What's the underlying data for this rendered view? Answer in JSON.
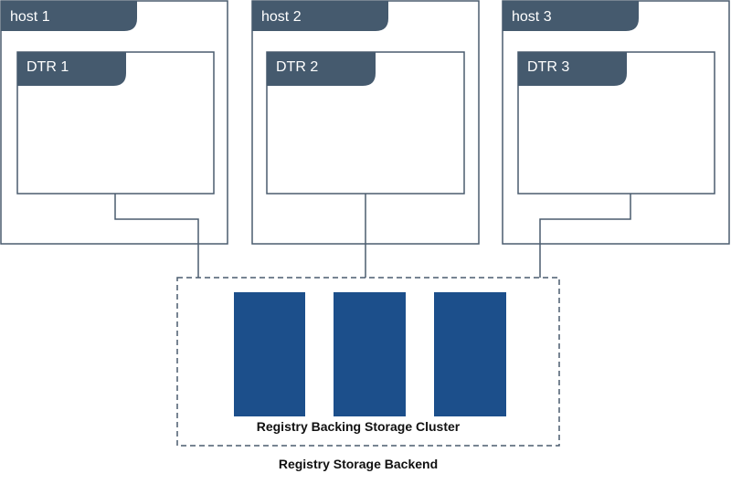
{
  "colors": {
    "outline": "#4a5c6e",
    "tab": "#455a6e",
    "tab_text": "#ffffff",
    "connector": "#4a5c6e",
    "storage_border": "#4a5c6e",
    "storage_block": "#1c4f8b",
    "caption": "#111111"
  },
  "hosts": [
    {
      "label": "host 1",
      "dtr_label": "DTR 1"
    },
    {
      "label": "host 2",
      "dtr_label": "DTR 2"
    },
    {
      "label": "host 3",
      "dtr_label": "DTR 3"
    }
  ],
  "storage": {
    "cluster_label": "Registry Backing Storage Cluster",
    "backend_label": "Registry Storage Backend",
    "block_count": 3
  }
}
